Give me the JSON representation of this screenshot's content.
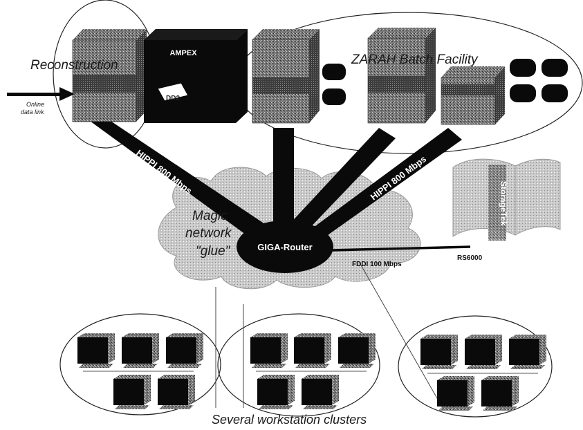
{
  "labels": {
    "reconstruction": "Reconstruction",
    "ampex": "AMPEX",
    "dd2": "DD2",
    "online_line1": "Online",
    "online_line2": "data link",
    "facility": "ZARAH Batch Facility",
    "hippi_left": "HIPPI 800 Mbps",
    "hippi_right": "HIPPI 800 Mbps",
    "storagetek": "StorageTek",
    "magic_line1": "Magic",
    "magic_line2": "network",
    "magic_line3": "\"glue\"",
    "router": "GIGA-Router",
    "fddi": "FDDI 100 Mbps",
    "rs6000": "RS6000",
    "clusters": "Several workstation clusters"
  },
  "colors": {
    "ink": "#0a0a0a",
    "cloud": "#bdbdbd",
    "tower_top": "#8f8f8f",
    "tower_front": "#5a5a5a",
    "tower_side": "#3a3a3a",
    "storage": "#d8d8d8"
  },
  "icons": [
    "arrow-right-icon",
    "server-tower-icon",
    "tape-drive-icon",
    "disk-icon",
    "workstation-icon",
    "tape-library-icon"
  ]
}
